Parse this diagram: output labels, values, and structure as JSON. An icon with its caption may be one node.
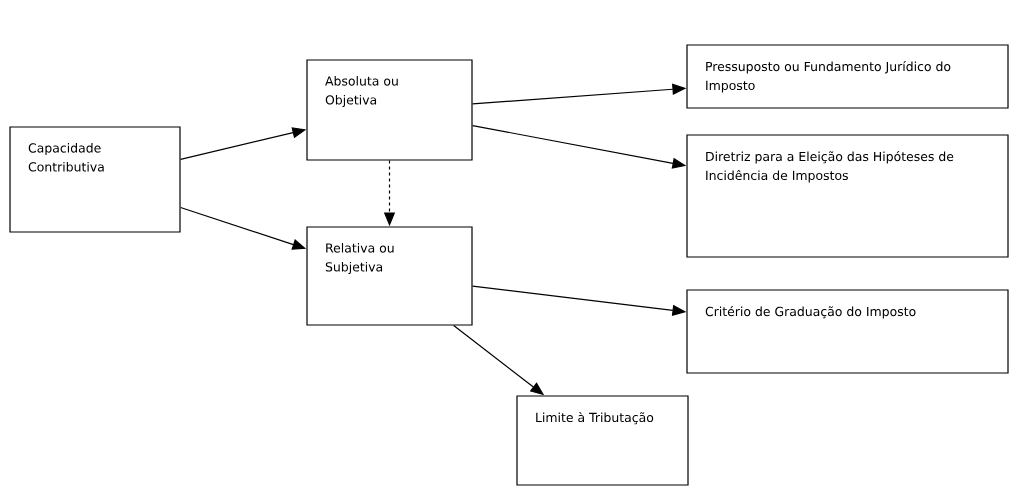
{
  "diagram": {
    "nodes": [
      {
        "text": [
          "Capacidade Contributiva"
        ]
      },
      {
        "text": [
          "Absoluta ou Objetiva"
        ]
      },
      {
        "text": [
          "Relativa ou Subjetiva"
        ]
      },
      {
        "text": [
          "Pressuposto ou Fundamento Jurídico do Imposto"
        ]
      },
      {
        "text": [
          "Diretriz para a Eleição das Hipóteses de Incidência de Impostos"
        ]
      },
      {
        "text": [
          "Critério de Graduação do Imposto"
        ]
      },
      {
        "text": [
          "Limite à Tributação"
        ]
      }
    ],
    "edges": [
      {
        "from": 0,
        "to": 1,
        "arrow": "to"
      },
      {
        "from": 0,
        "to": 2,
        "arrow": "to"
      },
      {
        "from": 1,
        "to": 3,
        "arrow": "to"
      },
      {
        "from": 1,
        "to": 4,
        "arrow": "to"
      },
      {
        "from": 1,
        "to": 2,
        "arrow": "to",
        "style": "dashed"
      },
      {
        "from": 2,
        "to": 5,
        "arrow": "to"
      },
      {
        "from": 2,
        "to": 6,
        "arrow": "to"
      }
    ]
  }
}
